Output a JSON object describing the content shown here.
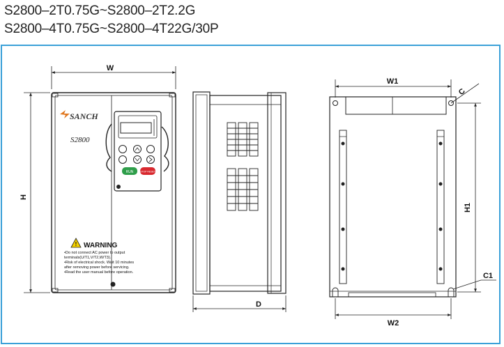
{
  "titles": {
    "line1": "S2800–2T0.75G~S2800–2T2.2G",
    "line2": "S2800–4T0.75G~S2800–4T22G/30P"
  },
  "front_view": {
    "brand": "SANCH",
    "model": "S2800",
    "keypad": {
      "run_label": "RUN",
      "stop_label": "STOP RESET"
    },
    "warning": {
      "heading": "WARNING",
      "lines": [
        "•Do not connect AC power to output",
        "  terminals(U/T1,V/T2,W/T3).",
        "•Risk of electrical shock. Wait 10 minutes",
        "  after removing power before servicing.",
        "•Read the user manual before operation."
      ]
    }
  },
  "dimensions": {
    "w": "W",
    "h": "H",
    "d": "D",
    "w1": "W1",
    "w2": "W2",
    "h1": "H1",
    "c": "C",
    "c1": "C1"
  },
  "colors": {
    "frame_border": "#3aa0d8",
    "line": "#222222",
    "run_button": "#2e9e4a",
    "stop_button": "#d8282e",
    "warning_yellow": "#f4d000",
    "brand_orange": "#e07820"
  }
}
